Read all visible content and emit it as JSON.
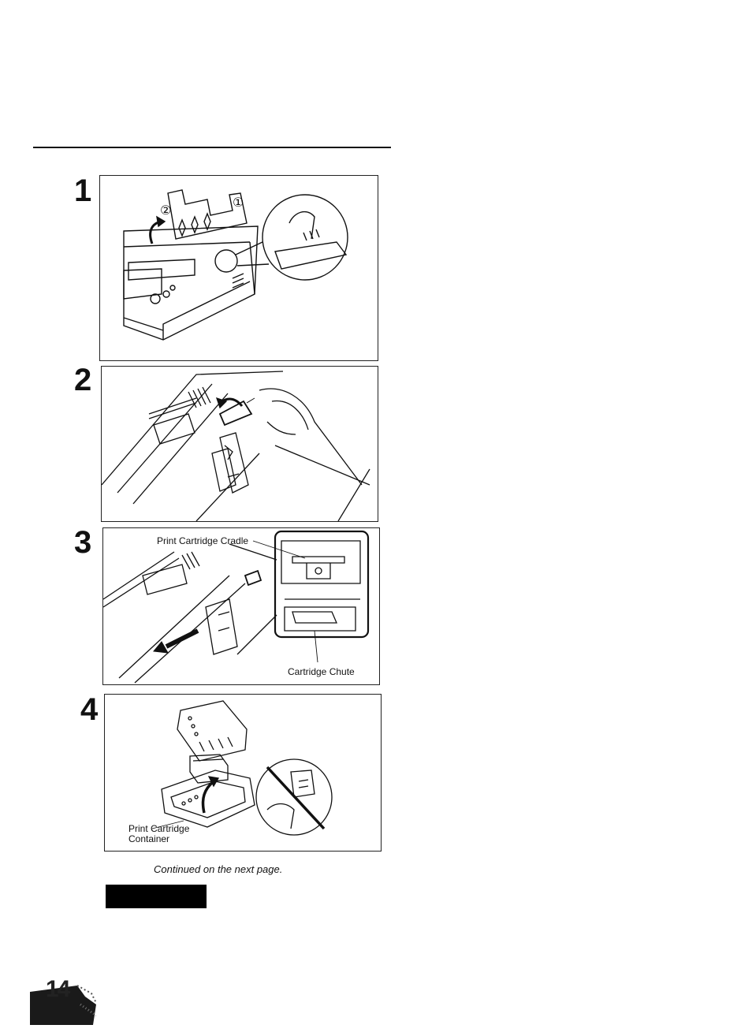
{
  "steps": [
    {
      "number": "1"
    },
    {
      "number": "2"
    },
    {
      "number": "3",
      "labels": {
        "cradle": "Print Cartridge Cradle",
        "chute": "Cartridge Chute"
      }
    },
    {
      "number": "4",
      "labels": {
        "container_line1": "Print Cartridge",
        "container_line2": "Container"
      }
    }
  ],
  "step1_markers": {
    "circled_one": "①",
    "circled_two": "②"
  },
  "footer": {
    "continued": "Continued on the next page.",
    "page_number": "14"
  }
}
